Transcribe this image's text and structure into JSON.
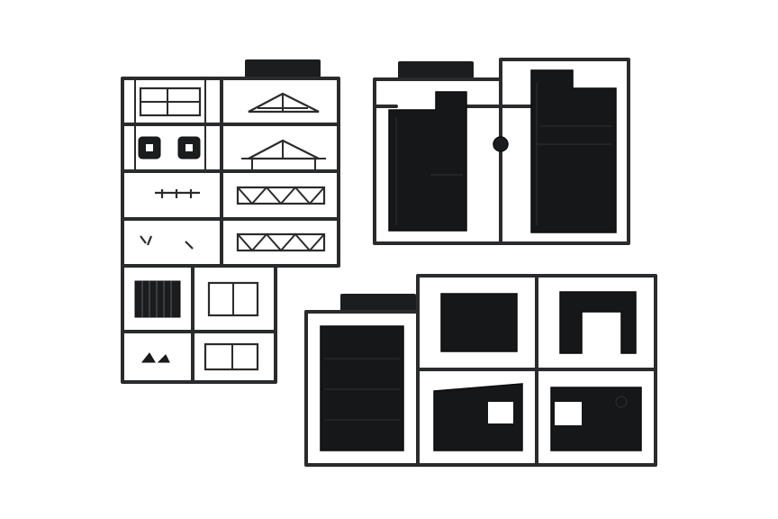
{
  "image": {
    "kind": "photograph",
    "background_color": "#ffffff",
    "plastic_color": "#1a1b1d"
  },
  "sprues": [
    {
      "name": "sprue-left",
      "tab_text": ""
    },
    {
      "name": "sprue-top-right",
      "tab_text": ""
    },
    {
      "name": "sprue-bottom-right",
      "tab_text": ""
    }
  ]
}
